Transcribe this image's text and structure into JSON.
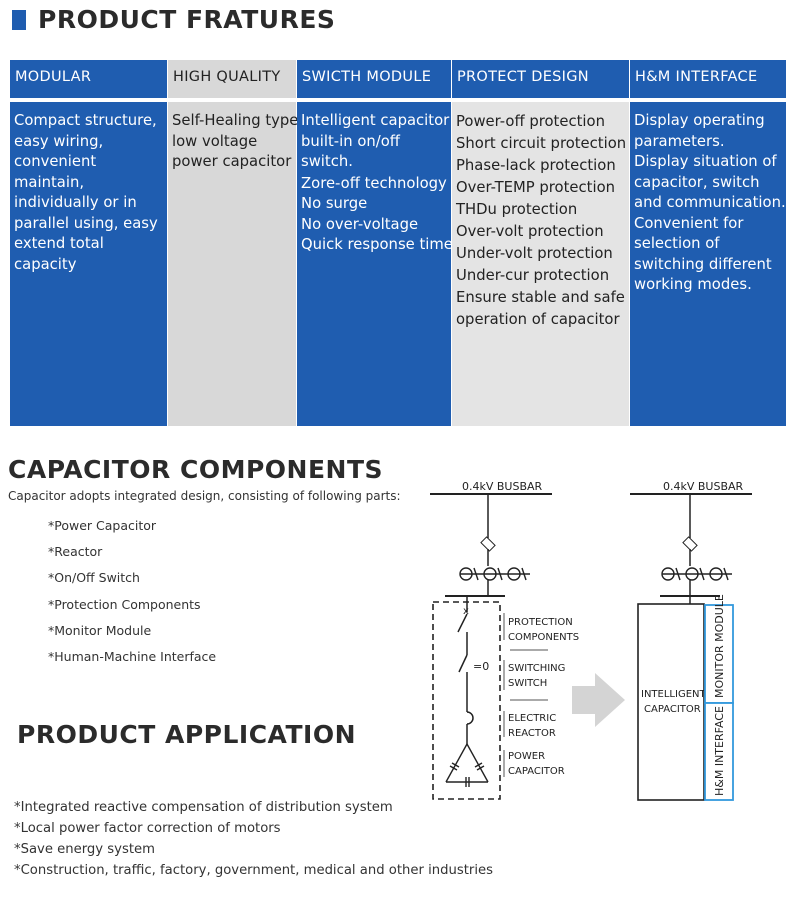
{
  "features": {
    "title": "PRODUCT FRATURES",
    "columns": [
      {
        "header": "MODULAR",
        "lines": [
          "Compact structure, easy wiring, convenient maintain, individually or in parallel using, easy extend total capacity"
        ]
      },
      {
        "header": "HIGH QUALITY",
        "lines": [
          "Self-Healing type",
          "low voltage",
          "power capacitor"
        ]
      },
      {
        "header": "SWICTH MODULE",
        "lines": [
          "Intelligent capacitor",
          "built-in on/off",
          "switch.",
          "Zore-off technology",
          "No surge",
          "No over-voltage",
          "Quick response time"
        ]
      },
      {
        "header": "PROTECT DESIGN",
        "lines": [
          "Power-off protection",
          "Short circuit protection",
          "Phase-lack protection",
          "Over-TEMP protection",
          "THDu protection",
          "Over-volt protection",
          "Under-volt protection",
          "Under-cur protection",
          "Ensure stable and safe",
          "operation of capacitor"
        ]
      },
      {
        "header": "H&M INTERFACE",
        "lines": [
          "Display operating",
          "parameters.",
          "Display situation of",
          "capacitor, switch",
          "and communication.",
          "Convenient for",
          "selection of",
          "switching different",
          "working modes."
        ]
      }
    ]
  },
  "components": {
    "title": "CAPACITOR COMPONENTS",
    "intro": "Capacitor adopts integrated design, consisting of following parts:",
    "items": [
      "*Power Capacitor",
      "*Reactor",
      "*On/Off Switch",
      "*Protection Components",
      "*Monitor Module",
      "*Human-Machine Interface"
    ]
  },
  "application": {
    "title": "PRODUCT APPLICATION",
    "items": [
      "*Integrated reactive compensation of distribution system",
      "*Local power factor correction of motors",
      "*Save energy system",
      "*Construction, traffic, factory, government, medical and other industries"
    ]
  },
  "diagram": {
    "busbar_label": "0.4kV BUSBAR",
    "zero_label": "=0",
    "labels": {
      "protection_1": "PROTECTION",
      "protection_2": "COMPONENTS",
      "switching_1": "SWITCHING",
      "switching_2": "SWITCH",
      "reactor_1": "ELECTRIC",
      "reactor_2": "REACTOR",
      "capacitor_1": "POWER",
      "capacitor_2": "CAPACITOR",
      "intelligent_1": "INTELLIGENT",
      "intelligent_2": "CAPACITOR",
      "monitor": "MONITOR MODULE",
      "hm": "H&M INTERFACE"
    }
  },
  "colors": {
    "brand_blue": "#1f5db0",
    "light_gray": "#d8d8d8",
    "module_border": "#3399dd"
  }
}
